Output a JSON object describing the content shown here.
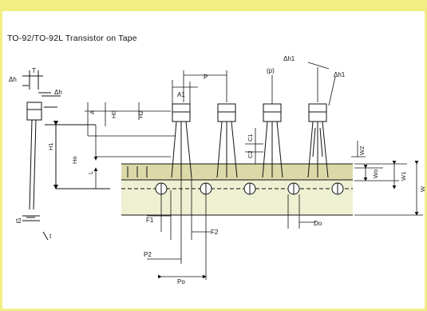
{
  "diagram": {
    "title": "TO-92/TO-92L Transistor on Tape",
    "labels": {
      "dh_left": "Δh",
      "T": "T",
      "dh_right": "Δh",
      "A": "A",
      "H0_small": "H0",
      "H2": "H2",
      "H1": "H1",
      "Ho": "Ho",
      "L": "L",
      "t2": "t2",
      "t": "t",
      "A1": "A1",
      "P": "P",
      "p_paren": "(p)",
      "dh1_a": "Δh1",
      "dh1_b": "Δh1",
      "C1": "C1",
      "C2": "C2",
      "W2": "W2",
      "Wo": "Wo",
      "W1": "W1",
      "W": "W",
      "F1": "F1",
      "F2": "F2",
      "P2": "P2",
      "Po": "Po",
      "Do": "Do"
    },
    "colors": {
      "frame": "#f2ee84",
      "tape": "#eef0d2",
      "tape_band": "#dcd9a8",
      "ink": "#111111"
    }
  }
}
